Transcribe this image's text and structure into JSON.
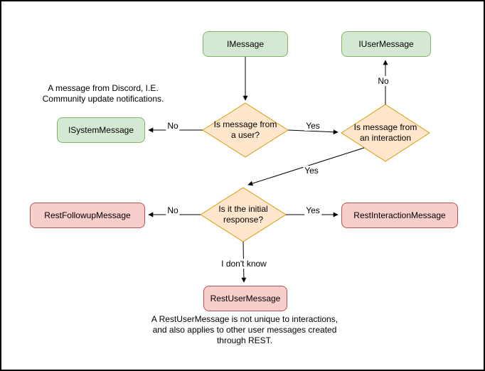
{
  "diagram": {
    "nodes": {
      "imessage": "IMessage",
      "iusermessage": "IUserMessage",
      "isystemmessage": "ISystemMessage",
      "restfollowupmessage": "RestFollowupMessage",
      "restinteractionmessage": "RestInteractionMessage",
      "restusermessage": "RestUserMessage"
    },
    "decisions": {
      "is_from_user": "Is message from\na user?",
      "is_from_interaction": "Is message from\nan interaction",
      "is_initial_response": "Is it the initial\nresponse?"
    },
    "edge_labels": {
      "user_no": "No",
      "user_yes": "Yes",
      "interaction_no": "No",
      "interaction_yes": "Yes",
      "initial_no": "No",
      "initial_yes": "Yes",
      "initial_unknown": "I don't know"
    },
    "notes": {
      "system_message_note": "A message from Discord, I.E.\nCommunity update notifications.",
      "rest_user_message_note": "A RestUserMessage is not unique to interactions,\nand also applies to other user messages created\nthrough REST."
    },
    "colors": {
      "green_fill": "#d5e8d4",
      "green_stroke": "#82b366",
      "orange_fill": "#ffe6cc",
      "orange_stroke": "#d79b00",
      "red_fill": "#f8cecc",
      "red_stroke": "#b85450",
      "edge": "#000000"
    }
  }
}
